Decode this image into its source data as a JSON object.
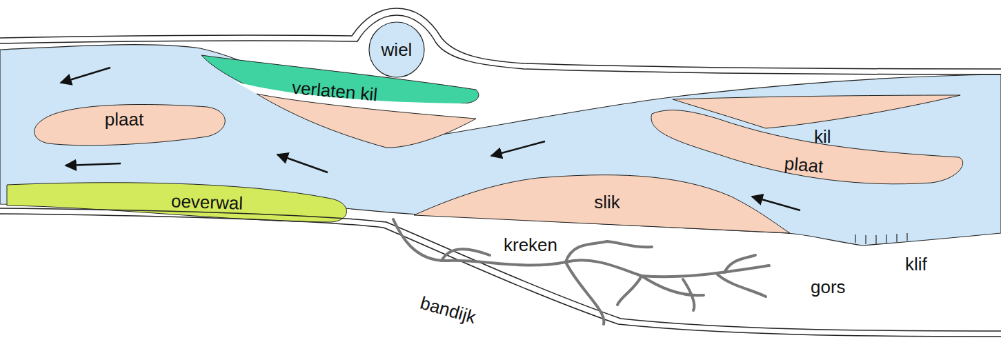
{
  "diagram": {
    "nodes": [
      {
        "text": [
          "wiel"
        ]
      },
      {
        "text": [
          "verlaten kil"
        ]
      },
      {
        "text": [
          "plaat"
        ]
      },
      {
        "text": [
          "plaat"
        ]
      },
      {
        "text": [
          "oeverwal"
        ]
      },
      {
        "text": [
          "slik"
        ]
      }
    ],
    "labels": [
      "kil",
      "kreken",
      "klif",
      "gors",
      "bandijk"
    ]
  }
}
